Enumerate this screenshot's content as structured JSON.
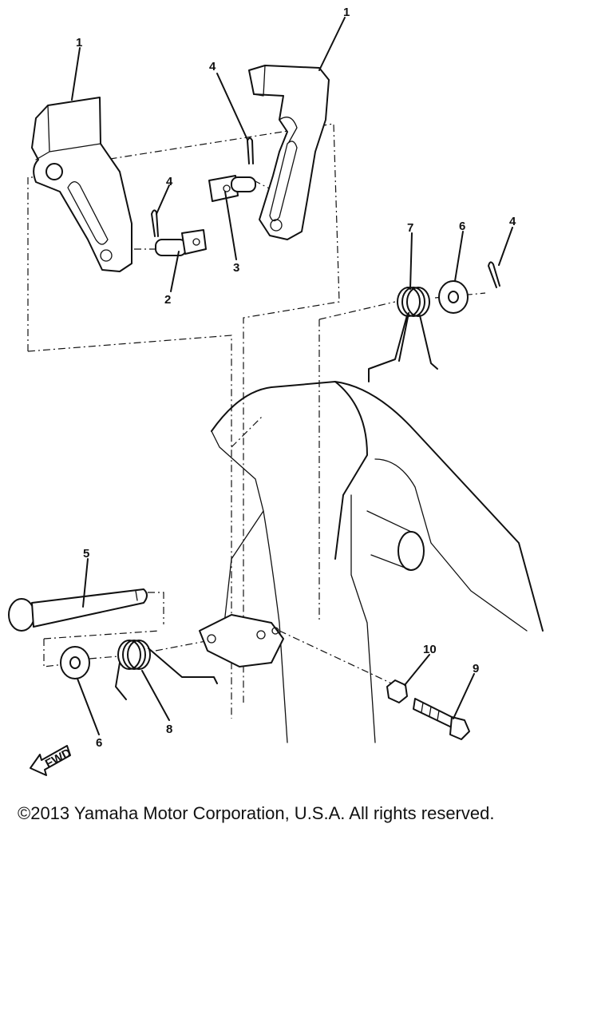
{
  "diagram": {
    "callouts": {
      "arm_left": "1",
      "arm_right": "1",
      "pin_2": "2",
      "pin_3": "3",
      "cotter_top": "4",
      "cotter_left": "4",
      "cotter_right": "4",
      "shaft": "5",
      "washer_right": "6",
      "washer_left": "6",
      "spring_upper": "7",
      "spring_lower": "8",
      "bolt": "9",
      "nut": "10"
    },
    "fwd_label": "FWD"
  },
  "footer": {
    "copyright": "©2013 Yamaha Motor Corporation, U.S.A. All rights reserved."
  }
}
